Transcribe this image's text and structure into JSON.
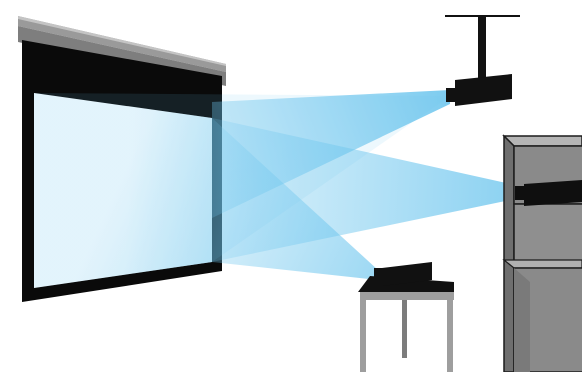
{
  "illustration": {
    "subject": "projection-screen-with-three-projectors",
    "projector_mounts": [
      "ceiling-mount",
      "cabinet-shelf",
      "table"
    ],
    "colors": {
      "screen_frame": "#0a0a0a",
      "screen_housing": "#9a9a9a",
      "screen_surface": "#ffffff",
      "beam": "#6ec6ee",
      "projector_body": "#111111",
      "cabinet_fill": "#8a8a8a",
      "cabinet_outline": "#1c1c1c",
      "table_fill": "#9e9e9e"
    }
  }
}
